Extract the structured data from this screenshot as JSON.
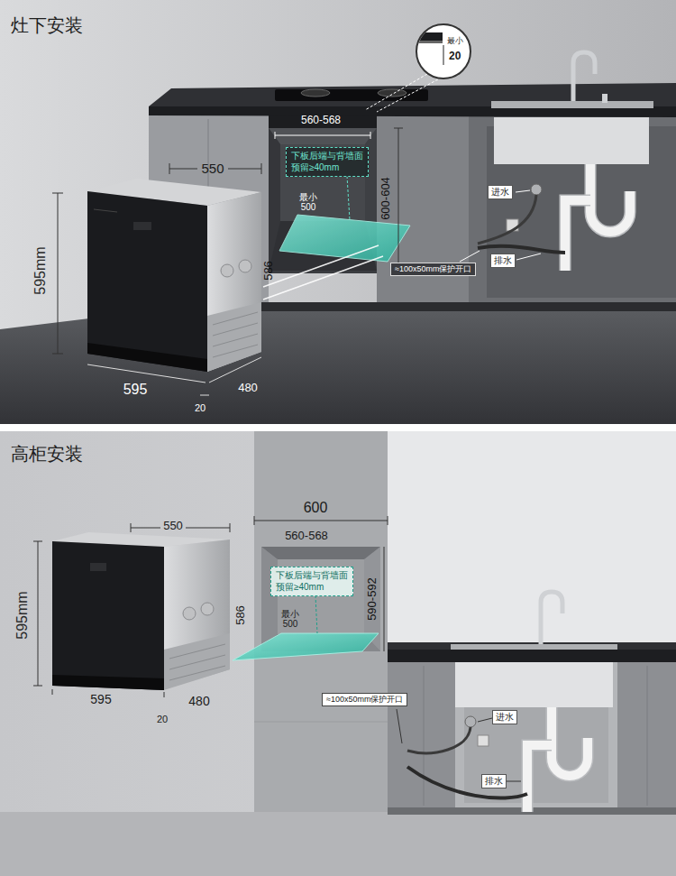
{
  "diagram": {
    "nodes": [
      {
        "text": [
          "最小",
          "20"
        ]
      },
      {
        "text": [
          "下板后端与背墙面 预留≥40mm"
        ]
      },
      {
        "text": [
          "进水"
        ]
      },
      {
        "text": [
          "排水"
        ]
      },
      {
        "text": [
          "≈100x50mm保护开口"
        ]
      },
      {
        "text": [
          "下板后端与背墙面 预留≥40mm"
        ]
      },
      {
        "text": [
          "≈100x50mm保护开口"
        ]
      },
      {
        "text": [
          "进水"
        ]
      },
      {
        "text": [
          "排水"
        ]
      }
    ],
    "labels": [
      "灶下安装",
      "560-568",
      "550",
      "600-604",
      "595mm",
      "586",
      "最小 500",
      "595",
      "480",
      "20",
      "高柜安装",
      "600",
      "550",
      "560-568",
      "590-592",
      "595mm",
      "586",
      "最小 500",
      "595",
      "480",
      "20"
    ]
  }
}
